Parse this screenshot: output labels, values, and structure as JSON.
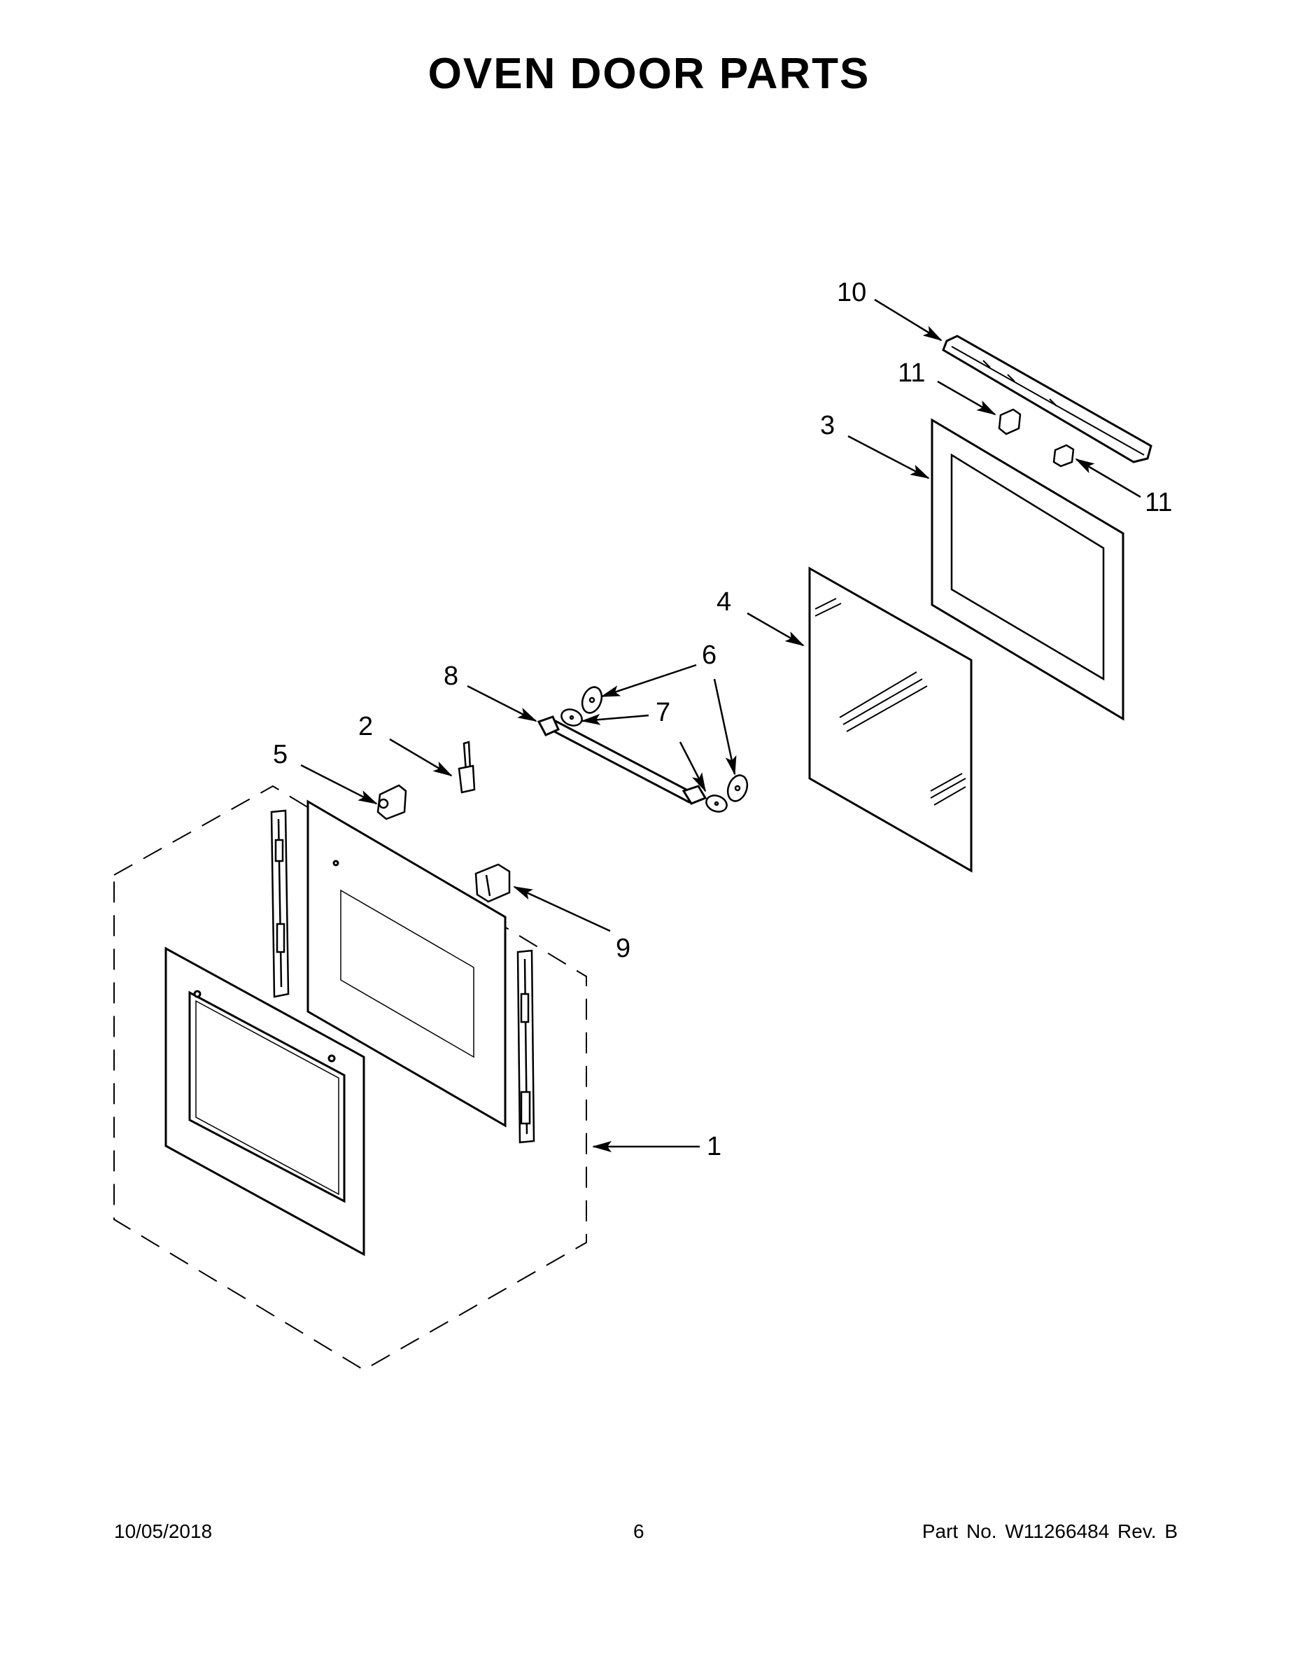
{
  "title": "OVEN DOOR PARTS",
  "callouts": [
    "1",
    "2",
    "3",
    "4",
    "5",
    "6",
    "7",
    "8",
    "9",
    "10",
    "11"
  ],
  "footer": {
    "date": "10/05/2018",
    "page": "6",
    "part": "Part No.  W11266484  Rev.  B"
  }
}
